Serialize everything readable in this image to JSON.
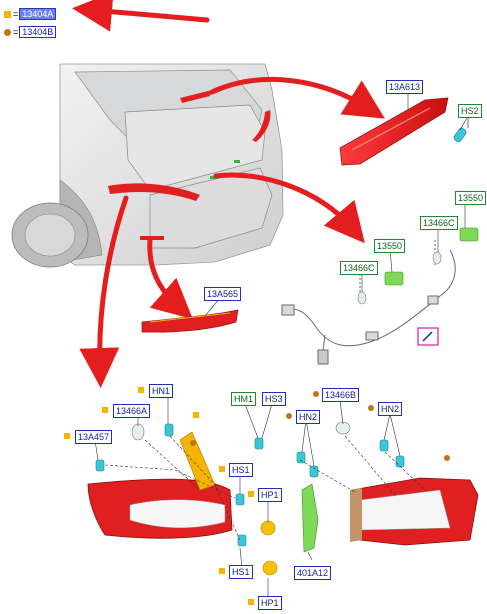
{
  "legend": {
    "square_code": "13404A",
    "dot_code": "13404B",
    "equals": "="
  },
  "callouts": {
    "c_13A613": "13A613",
    "c_HS2": "HS2",
    "c_13550_a": "13550",
    "c_13466C_a": "13466C",
    "c_13550_b": "13550",
    "c_13466C_b": "13466C",
    "c_13A565": "13A565",
    "c_HN1": "HN1",
    "c_13466A": "13466A",
    "c_13A457": "13A457",
    "c_HM1": "HM1",
    "c_HS3": "HS3",
    "c_13466B": "13466B",
    "c_HN2_a": "HN2",
    "c_HN2_b": "HN2",
    "c_HS1_a": "HS1",
    "c_HP1_a": "HP1",
    "c_401A12": "401A12",
    "c_HS1_b": "HS1",
    "c_HP1_b": "HP1"
  },
  "colors": {
    "lamp_red": "#e02020",
    "arrow_red": "#e41e1e",
    "bulb_teal": "#3cc7d8",
    "connector_green": "#7ed957",
    "indicator_orange": "#f6b300",
    "indicator_brown": "#c07417",
    "callout_blue": "#1f2fbf",
    "callout_green": "#1e8a2e",
    "highlight": "#6b7ff2",
    "magenta_box": "#e23ba8"
  }
}
